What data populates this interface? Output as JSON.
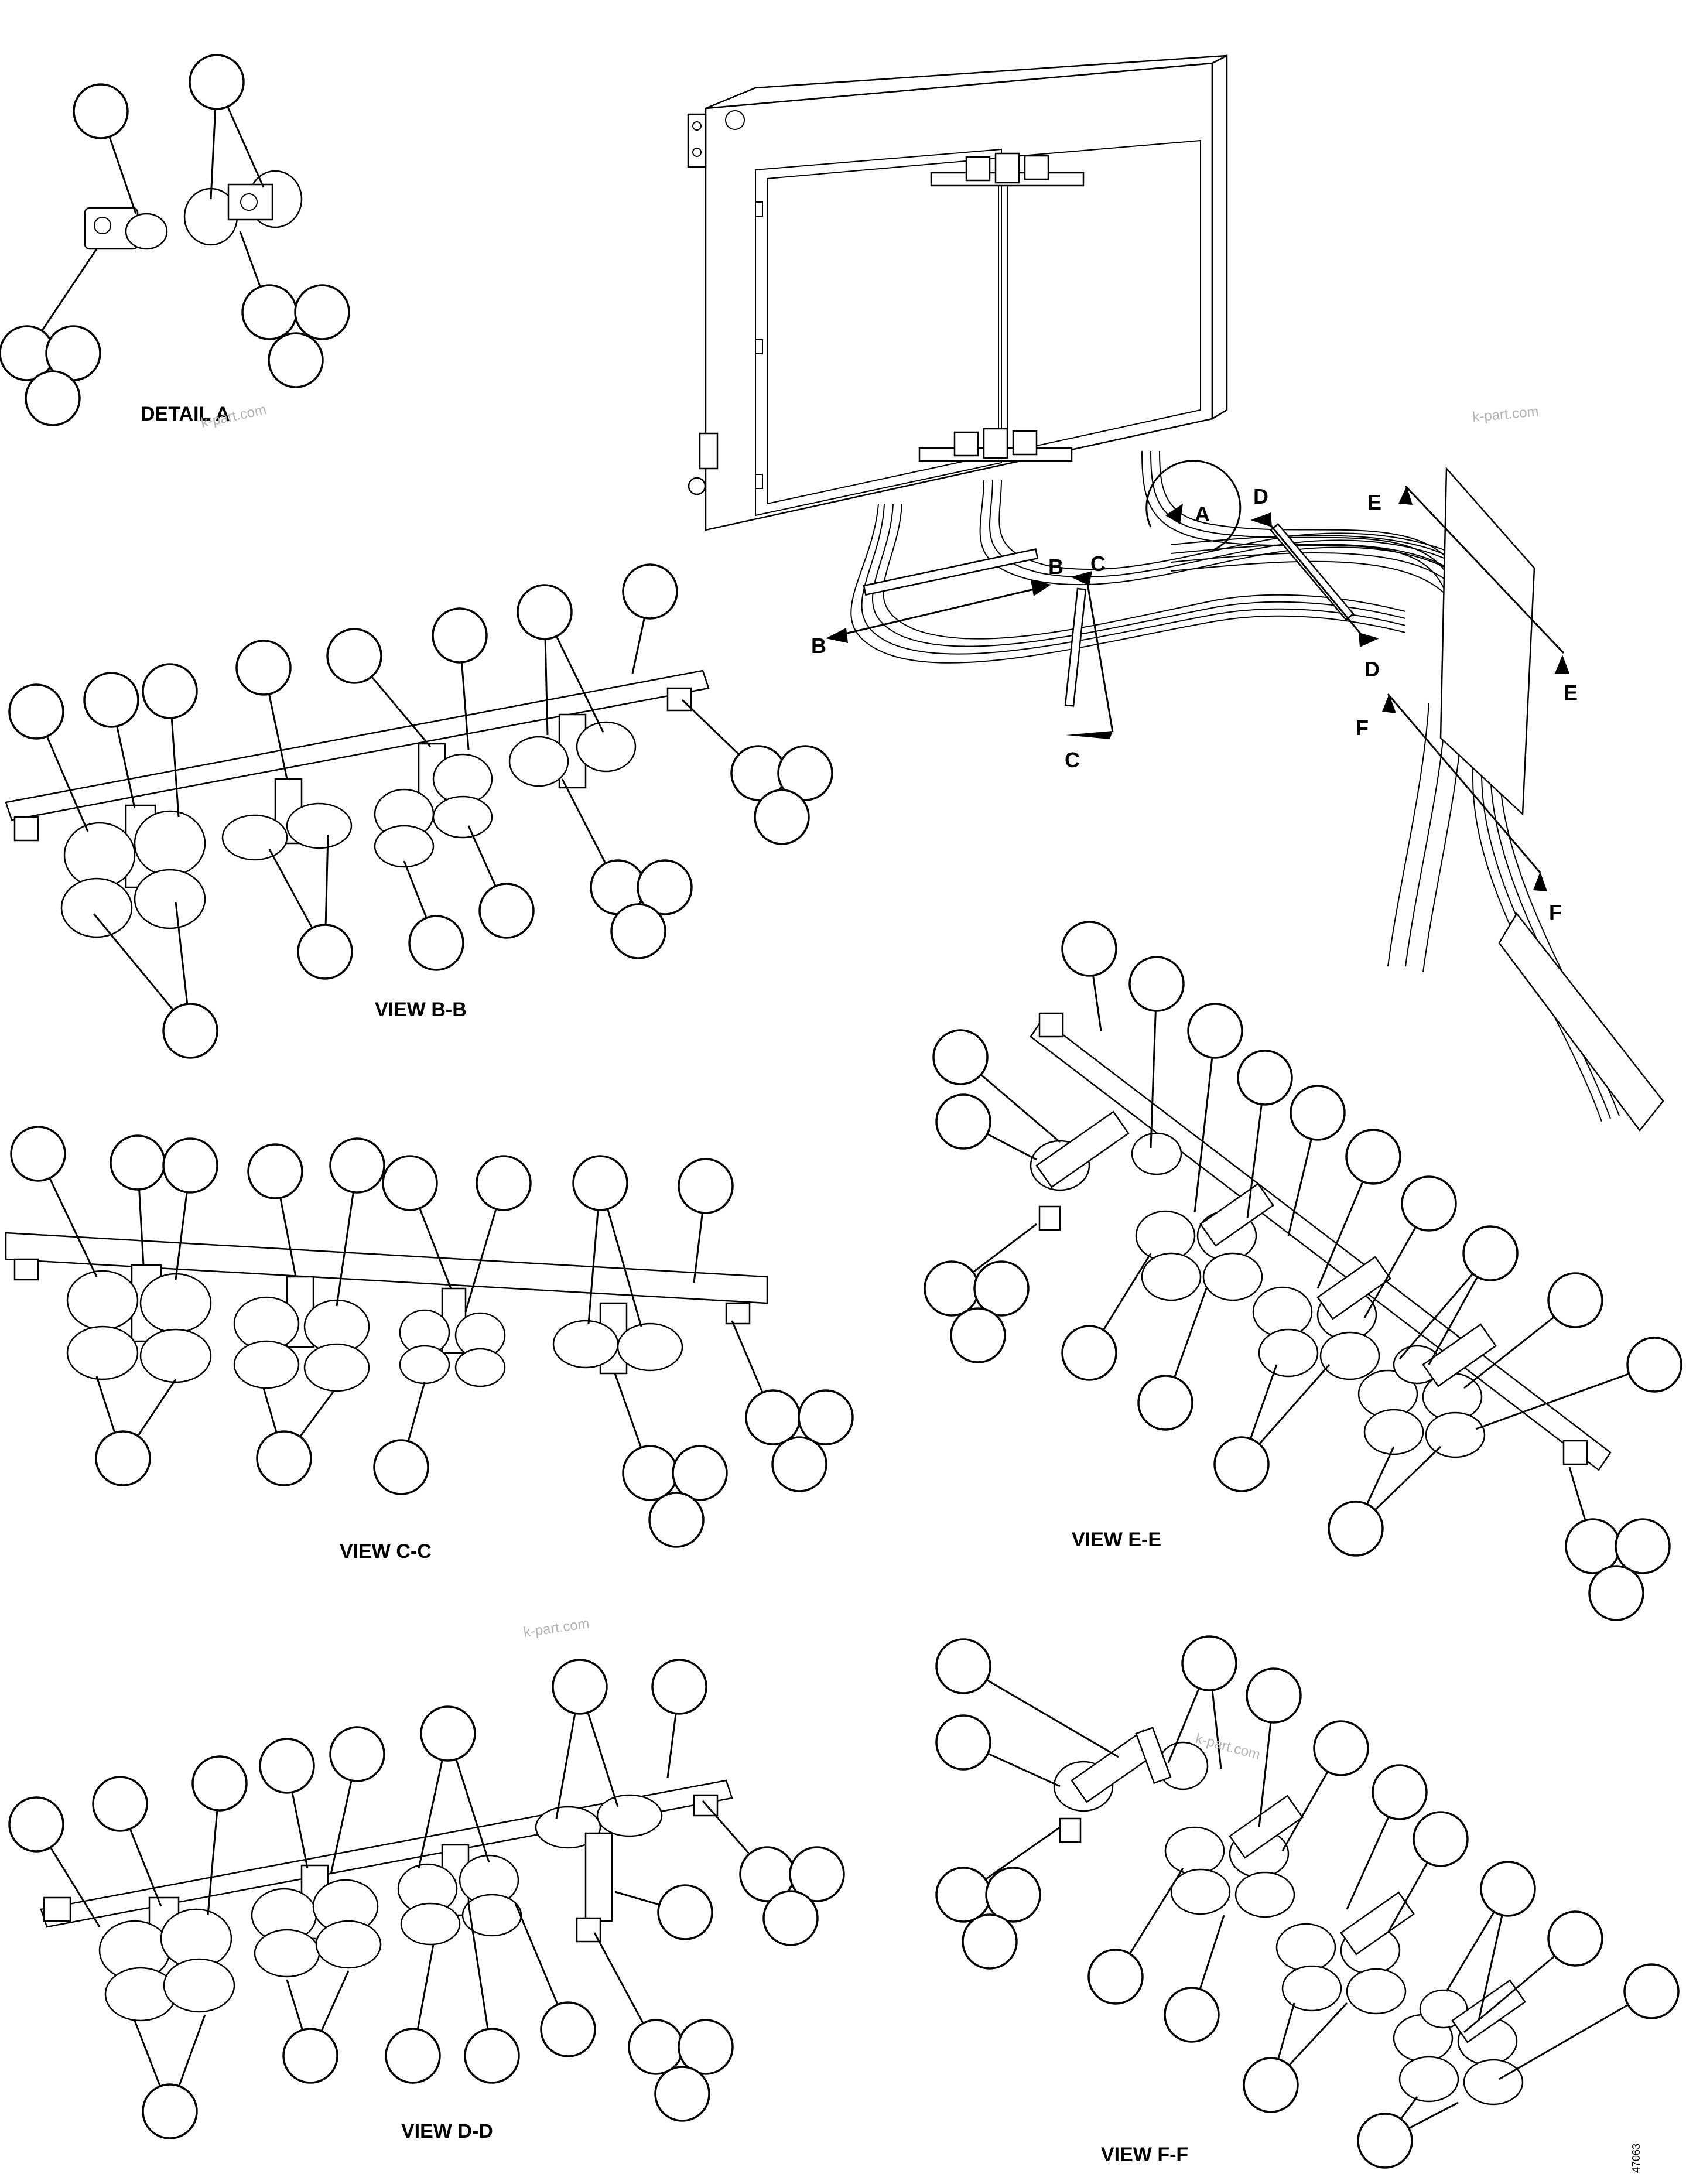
{
  "diagram": {
    "views": {
      "detail_a": "DETAIL A",
      "view_bb": "VIEW B-B",
      "view_cc": "VIEW C-C",
      "view_dd": "VIEW D-D",
      "view_ee": "VIEW E-E",
      "view_ff": "VIEW F-F"
    },
    "section_markers": [
      "A",
      "B",
      "B",
      "C",
      "C",
      "D",
      "D",
      "E",
      "E",
      "F",
      "F"
    ],
    "watermark": "k-part.com",
    "figure_number": "47063"
  }
}
